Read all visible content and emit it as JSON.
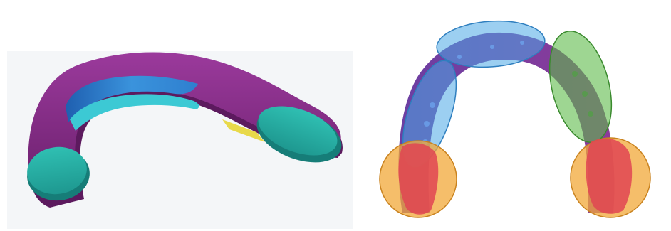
{
  "figure": {
    "panels": [
      {
        "name": "splint-3d-model",
        "description_icon": "dental-splint-render"
      },
      {
        "name": "dental-arch-region-overlay",
        "description_icon": "dental-arch-regions"
      }
    ]
  },
  "colors": {
    "splint_body": "#8b2a8c",
    "splint_shadow": "#5c1a5e",
    "pad_teal": "#2bb3a8",
    "pad_teal_dark": "#167d78",
    "channel_blue": "#2f7fcf",
    "channel_cyan": "#35c6d6",
    "accent_yellow": "#e8d94a",
    "region_blue": "#4aa8e6",
    "region_green": "#5dba4a",
    "region_orange": "#f2a838",
    "region_red": "#e04552",
    "arch_purple": "#6e3fa0"
  }
}
